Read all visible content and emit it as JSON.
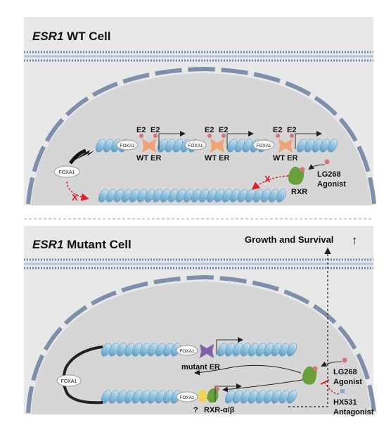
{
  "panels": [
    {
      "title_gene": "ESR1",
      "title_rest": " WT Cell",
      "site_labels": [
        {
          "e2a": "E2",
          "e2b": "E2",
          "foxa1": "FOXA1",
          "er": "WT ER"
        },
        {
          "e2a": "E2",
          "e2b": "E2",
          "foxa1": "FOXA1",
          "er": "WT ER"
        },
        {
          "e2a": "E2",
          "e2b": "E2",
          "foxa1": "FOXA1",
          "er": "WT ER"
        }
      ],
      "free_foxa1": "FOXA1",
      "block_mark_left": "X",
      "block_mark_right": "X",
      "rxr_label": "RXR",
      "agonist_name": "LG268",
      "agonist_role": "Agonist"
    },
    {
      "title_gene": "ESR1",
      "title_rest": " Mutant Cell",
      "growth_label": "Growth and Survival",
      "growth_arrow": "↑",
      "top_foxa1": "FOXA1",
      "mutant_er_label": "mutant ER",
      "loop_foxa1": "FOXA1",
      "bottom_foxa1": "FOXA1",
      "question_mark": "?",
      "rxr_ab_label": "RXR-α/β",
      "agonist_name": "LG268",
      "agonist_role": "Agonist",
      "antagonist_name": "HX531",
      "antagonist_role": "Antagonist"
    }
  ],
  "colors": {
    "panel_bg": "#e8e8e8",
    "nucleus": "#dcdcdc",
    "nuclear_envelope": "#7a8ca6",
    "dna": "#a9cfe4",
    "dna_dark": "#5f9cc0",
    "wt_er": "#f0a374",
    "mutant_er": "#8060a8",
    "rxr": "#6a9f3e",
    "ligand": "#d9727a",
    "antagonist": "#8fa0d8",
    "block_red": "#e0202a",
    "rxr_yellow": "#f2d35a"
  }
}
